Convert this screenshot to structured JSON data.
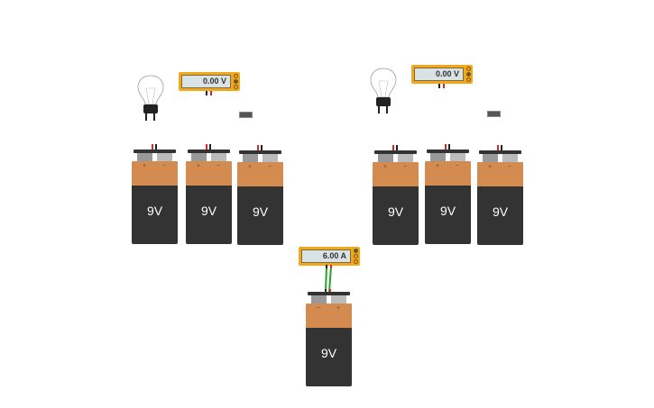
{
  "meters": [
    {
      "id": "left",
      "value": "0.00 V"
    },
    {
      "id": "right",
      "value": "0.00 V"
    },
    {
      "id": "bottom",
      "value": "6.00 A"
    }
  ],
  "batteries": [
    {
      "label": "9V",
      "left_sign": "+",
      "right_sign": "−"
    },
    {
      "label": "9V",
      "left_sign": "+",
      "right_sign": "−"
    },
    {
      "label": "9V",
      "left_sign": "+",
      "right_sign": "−"
    },
    {
      "label": "9V",
      "left_sign": "+",
      "right_sign": "−"
    },
    {
      "label": "9V",
      "left_sign": "+",
      "right_sign": "−"
    },
    {
      "label": "9V",
      "left_sign": "+",
      "right_sign": "−"
    },
    {
      "label": "9V",
      "left_sign": "−",
      "right_sign": "+"
    }
  ],
  "colors": {
    "meter": "#f2a81d",
    "battery_top": "#d48b4f",
    "battery_body": "#333333",
    "wire_green": "#2ca02c",
    "wire_red": "#d62728"
  }
}
